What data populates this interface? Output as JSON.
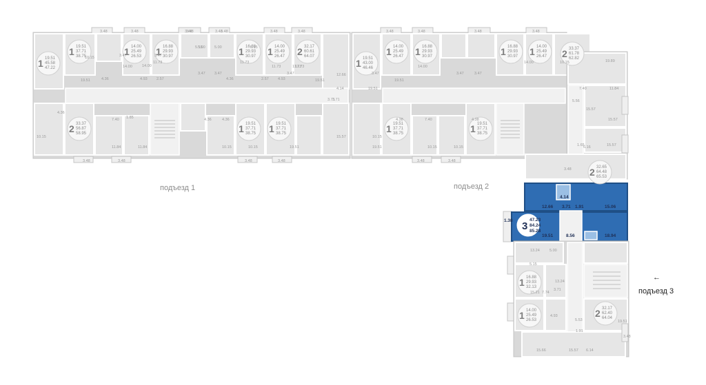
{
  "entrances": [
    "подъезд 1",
    "подъезд 2",
    "подъезд 3"
  ],
  "arrow": "←",
  "selected": {
    "rooms": "3",
    "areas": [
      "47.23",
      "84.24",
      "85.28"
    ],
    "room_areas": [
      "12.66",
      "3.71",
      "4.14",
      "1.91",
      "15.06",
      "19.51",
      "8.56",
      "18.94"
    ],
    "balcony": "1.38"
  },
  "apartments": [
    {
      "rooms": "1",
      "areas": [
        "19.51",
        "45.58",
        "47.22"
      ]
    },
    {
      "rooms": "1",
      "areas": [
        "19.51",
        "37.71",
        "38.75"
      ]
    },
    {
      "rooms": "1",
      "areas": [
        "14.00",
        "25.49",
        "26.53"
      ]
    },
    {
      "rooms": "1",
      "areas": [
        "16.88",
        "29.93",
        "30.97"
      ]
    },
    {
      "rooms": "1",
      "areas": [
        "16.88",
        "29.93",
        "30.97"
      ]
    },
    {
      "rooms": "1",
      "areas": [
        "14.00",
        "25.49",
        "26.47"
      ]
    },
    {
      "rooms": "2",
      "areas": [
        "32.17",
        "60.61",
        "64.07"
      ]
    },
    {
      "rooms": "2",
      "areas": [
        "33.37",
        "56.87",
        "58.95"
      ]
    },
    {
      "rooms": "1",
      "areas": [
        "19.51",
        "37.71",
        "38.75"
      ]
    },
    {
      "rooms": "1",
      "areas": [
        "19.51",
        "37.71",
        "38.75"
      ]
    },
    {
      "rooms": "1",
      "areas": [
        "19.51",
        "43.00",
        "46.46"
      ]
    },
    {
      "rooms": "1",
      "areas": [
        "14.00",
        "25.49",
        "26.47"
      ]
    },
    {
      "rooms": "1",
      "areas": [
        "16.88",
        "29.93",
        "30.97"
      ]
    },
    {
      "rooms": "1",
      "areas": [
        "16.88",
        "29.93",
        "30.97"
      ]
    },
    {
      "rooms": "1",
      "areas": [
        "14.00",
        "25.49",
        "26.47"
      ]
    },
    {
      "rooms": "2",
      "areas": [
        "33.37",
        "61.78",
        "62.82"
      ]
    },
    {
      "rooms": "1",
      "areas": [
        "19.51",
        "37.71",
        "38.75"
      ]
    },
    {
      "rooms": "1",
      "areas": [
        "19.51",
        "37.71",
        "38.75"
      ]
    },
    {
      "rooms": "2",
      "areas": [
        "32.65",
        "64.48",
        "65.53"
      ]
    },
    {
      "rooms": "1",
      "areas": [
        "16.88",
        "29.93",
        "32.13"
      ]
    },
    {
      "rooms": "1",
      "areas": [
        "14.00",
        "25.49",
        "26.53"
      ]
    },
    {
      "rooms": "2",
      "areas": [
        "32.17",
        "62.40",
        "64.04"
      ]
    }
  ],
  "labels": [
    "3.48",
    "3.48",
    "3.48",
    "3.48",
    "3.48",
    "3.48",
    "3.48",
    "3.48",
    "3.48",
    "3.48",
    "3.48",
    "3.48",
    "10.15",
    "14.00",
    "14.00",
    "11.73",
    "11.73",
    "11.73",
    "11.73",
    "11.73",
    "14.00",
    "14.00",
    "10.15",
    "4.36",
    "4.93",
    "2.57",
    "2.57",
    "4.93",
    "4.36",
    "5.15",
    "5.00",
    "5.00",
    "5.15",
    "19.51",
    "19.51",
    "19.51",
    "19.51",
    "12.66",
    "4.14",
    "3.71",
    "3.71",
    "3.47",
    "3.47",
    "3.47",
    "3.47",
    "3.47",
    "3.47",
    "3.47",
    "3.47",
    "4.36",
    "7.40",
    "1.85",
    "4.36",
    "4.36",
    "7.40",
    "4.38",
    "4.38",
    "10.15",
    "11.84",
    "11.84",
    "10.15",
    "10.15",
    "10.15",
    "19.51",
    "19.51",
    "15.57",
    "15.57",
    "10.15",
    "10.15",
    "3.48",
    "3.48",
    "3.48",
    "3.48",
    "3.48",
    "3.48",
    "19.89",
    "7.40",
    "11.84",
    "5.56",
    "15.57",
    "6.16",
    "15.57",
    "1.65",
    "3.48",
    "13.24",
    "5.00",
    "5.15",
    "13.24",
    "3.71",
    "7.74",
    "15.21",
    "4.93",
    "5.53",
    "19.51",
    "1.91",
    "15.66",
    "15.57",
    "6.14",
    "3.48"
  ]
}
